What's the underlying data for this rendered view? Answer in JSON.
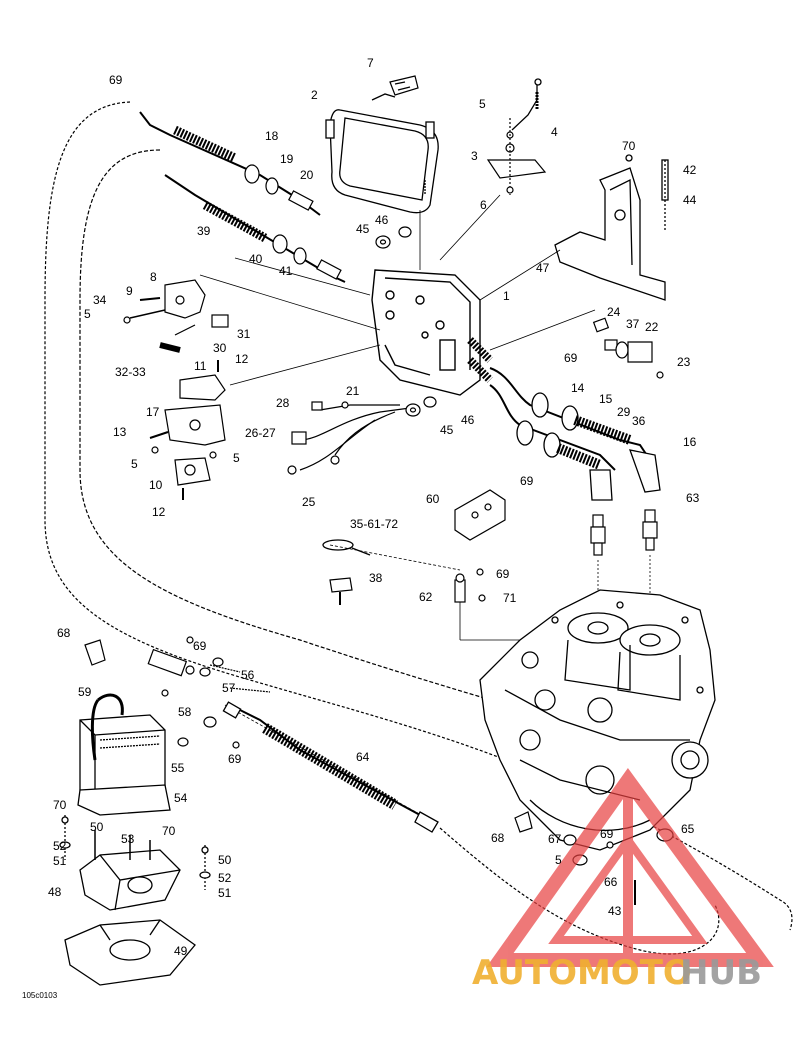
{
  "figure_code": "105c0103",
  "watermark": {
    "text_orange": "AUTOMOTO",
    "text_gray": "HUB",
    "color_orange": "#f0b030",
    "color_gray": "#9a9a9a",
    "color_logo": "#e84040"
  },
  "labels": {
    "l69a": "69",
    "l18": "18",
    "l19": "19",
    "l20": "20",
    "l39": "39",
    "l7": "7",
    "l2": "2",
    "l5a": "5",
    "l4": "4",
    "l3": "3",
    "l6": "6",
    "l70a": "70",
    "l42": "42",
    "l44": "44",
    "l46a": "46",
    "l45a": "45",
    "l40": "40",
    "l41": "41",
    "l47": "47",
    "l1": "1",
    "l8": "8",
    "l9": "9",
    "l34": "34",
    "l5b": "5",
    "l31": "31",
    "l30": "30",
    "l32_33": "32-33",
    "l11": "11",
    "l12a": "12",
    "l24": "24",
    "l37": "37",
    "l22": "22",
    "l69b": "69",
    "l23": "23",
    "l21": "21",
    "l28": "28",
    "l46b": "46",
    "l45b": "45",
    "l14": "14",
    "l15": "15",
    "l29": "29",
    "l36": "36",
    "l16": "16",
    "l17": "17",
    "l13": "13",
    "l26_27": "26-27",
    "l5c": "5",
    "l5d": "5",
    "l10": "10",
    "l12b": "12",
    "l25": "25",
    "l69c": "69",
    "l60": "60",
    "l63": "63",
    "l35_61_72": "35-61-72",
    "l69d": "69",
    "l38": "38",
    "l62": "62",
    "l71": "71",
    "l68a": "68",
    "l69e": "69",
    "l56": "56",
    "l57": "57",
    "l59": "59",
    "l58": "58",
    "l69f": "69",
    "l64": "64",
    "l55": "55",
    "l54": "54",
    "l70b": "70",
    "l50a": "50",
    "l53": "53",
    "l52a": "52",
    "l51a": "51",
    "l70c": "70",
    "l50b": "50",
    "l52b": "52",
    "l51b": "51",
    "l48": "48",
    "l49": "49",
    "l68b": "68",
    "l67": "67",
    "l69g": "69",
    "l65": "65",
    "l5e": "5",
    "l66": "66",
    "l43": "43"
  }
}
